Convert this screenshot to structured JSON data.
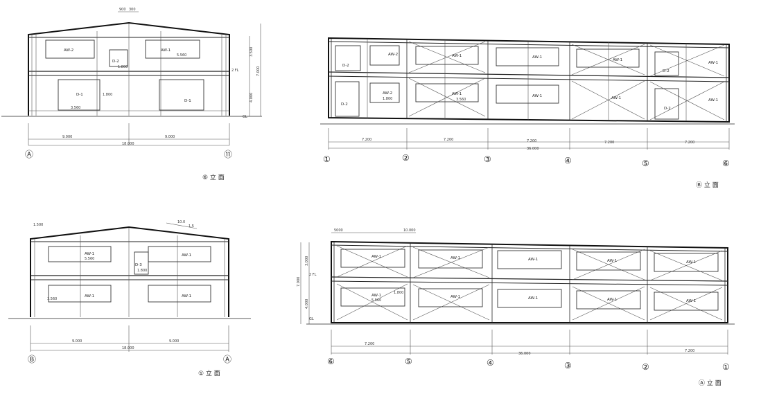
{
  "drawings": {
    "ne": {
      "title": "⑥ 立 面",
      "axis_left": "Ⓐ",
      "axis_right": "⑪",
      "top_dims": [
        "900",
        "300"
      ],
      "dims": [
        "9.000",
        "18.000",
        "9.000"
      ],
      "height_dims": [
        "3.500",
        "4.000",
        "7.000"
      ],
      "level_labels": [
        "2 FL",
        "GL"
      ],
      "window_labels": [
        "AW-2",
        "AW-1",
        "D-2",
        "D-1",
        "D-1"
      ],
      "size_labels": [
        "5.560",
        "1.800",
        "3.560",
        "1.800"
      ]
    },
    "se": {
      "title": "① 立 面",
      "axis_left": "Ⓑ",
      "axis_right": "Ⓐ",
      "slope": [
        "10.0",
        "1.5"
      ],
      "top_dims": [
        "1.500"
      ],
      "dims": [
        "9.000",
        "18.000",
        "9.000"
      ],
      "window_labels": [
        "AW-1",
        "D-3",
        "AW-1",
        "AW-1",
        "AW-1"
      ],
      "size_labels": [
        "5.560",
        "1.800",
        "3.560"
      ]
    },
    "ns": {
      "title": "Ⓑ 立 面",
      "axes": [
        "①",
        "②",
        "③",
        "④",
        "⑤",
        "⑥"
      ],
      "bay_dims": [
        "7.200",
        "7.200",
        "7.200",
        "7.200",
        "7.200"
      ],
      "total_dim": "36.000",
      "window_labels": [
        "D-2",
        "AW-2",
        "AW-1",
        "AW-1",
        "AW-1",
        "D-2",
        "AW-1",
        "D-2",
        "AW-2",
        "AW-1",
        "AW-1",
        "AW-1",
        "D-2",
        "AW-1"
      ],
      "size_labels": [
        "1.800",
        "3.560"
      ]
    },
    "ss": {
      "title": "Ⓐ 立 面",
      "axes": [
        "⑥",
        "⑤",
        "④",
        "③",
        "②",
        "①"
      ],
      "top_dims": [
        "5000",
        "10.000"
      ],
      "bay_dims": [
        "7.200",
        "7.200"
      ],
      "total_dim": "36.000",
      "height_dims": [
        "3.000",
        "4.000",
        "7.000"
      ],
      "level_labels": [
        "2 FL",
        "GL"
      ],
      "window_labels": [
        "AW-1",
        "AW-1",
        "AW-1",
        "AW-1",
        "AW-1",
        "AW-1",
        "AW-1",
        "AW-1",
        "AW-1",
        "AW-1"
      ],
      "size_labels": [
        "5.560",
        "1.800"
      ]
    }
  }
}
